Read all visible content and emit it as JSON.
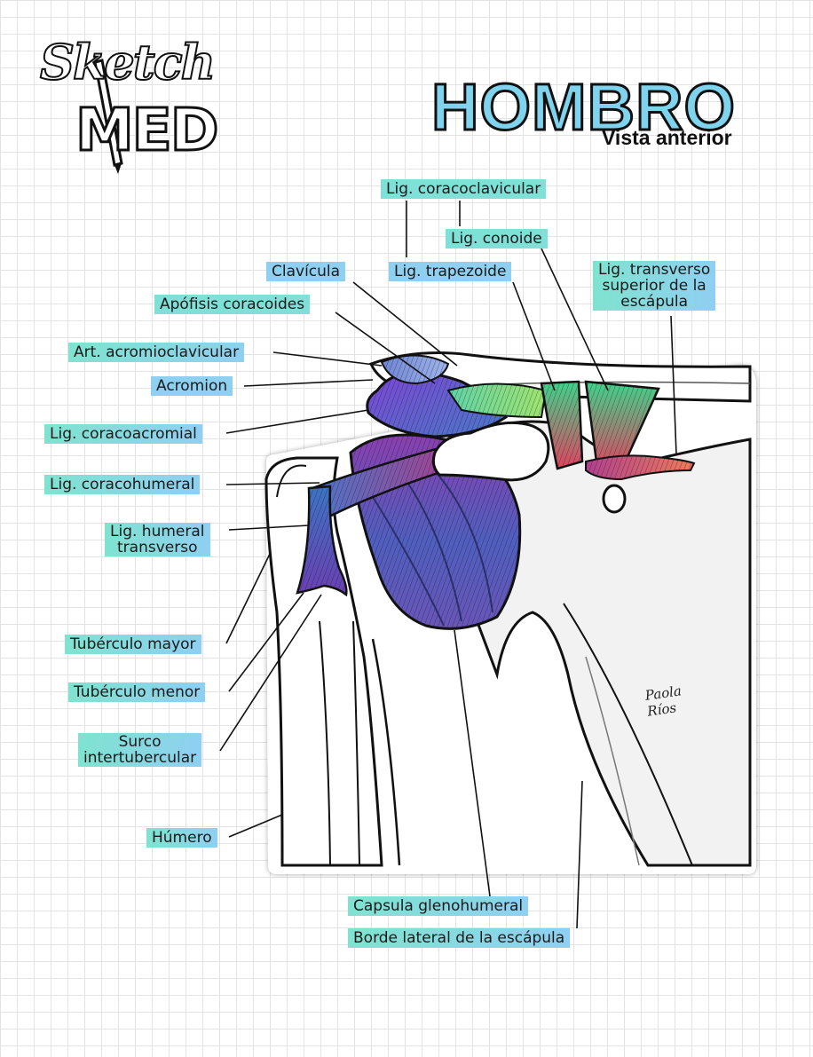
{
  "brand": {
    "line1": "Sketch",
    "line2": "MED"
  },
  "title": "HOMBRO",
  "subtitle": "Vista anterior",
  "labels": {
    "lig_coracoclavicular": "Lig. coracoclavicular",
    "lig_conoide": "Lig. conoide",
    "clavicula": "Clavícula",
    "lig_trapezoide": "Lig. trapezoide",
    "lig_transverso_superior": [
      "Lig. transverso",
      "superior de la",
      "escápula"
    ],
    "apofisis_coracoides": "Apófisis coracoides",
    "art_acromioclavicular": "Art. acromioclavicular",
    "acromion": "Acromion",
    "lig_coracoacromial": "Lig. coracoacromial",
    "lig_coracohumeral": "Lig. coracohumeral",
    "lig_humeral_transverso": [
      "Lig. humeral",
      "transverso"
    ],
    "tuberculo_mayor": "Tubérculo mayor",
    "tuberculo_menor": "Tubérculo menor",
    "surco_intertubercular": [
      "Surco",
      "intertubercular"
    ],
    "humero": "Húmero",
    "capsula_glenohumeral": "Capsula glenohumeral",
    "borde_lateral_escapula": "Borde lateral de la escápula"
  },
  "signature": [
    "Paola",
    "Ríos"
  ],
  "colors": {
    "cyan": "#7fe0d8",
    "blue": "#8fd0f0",
    "title_fill": "#7fd3ec",
    "outline": "#111111"
  }
}
